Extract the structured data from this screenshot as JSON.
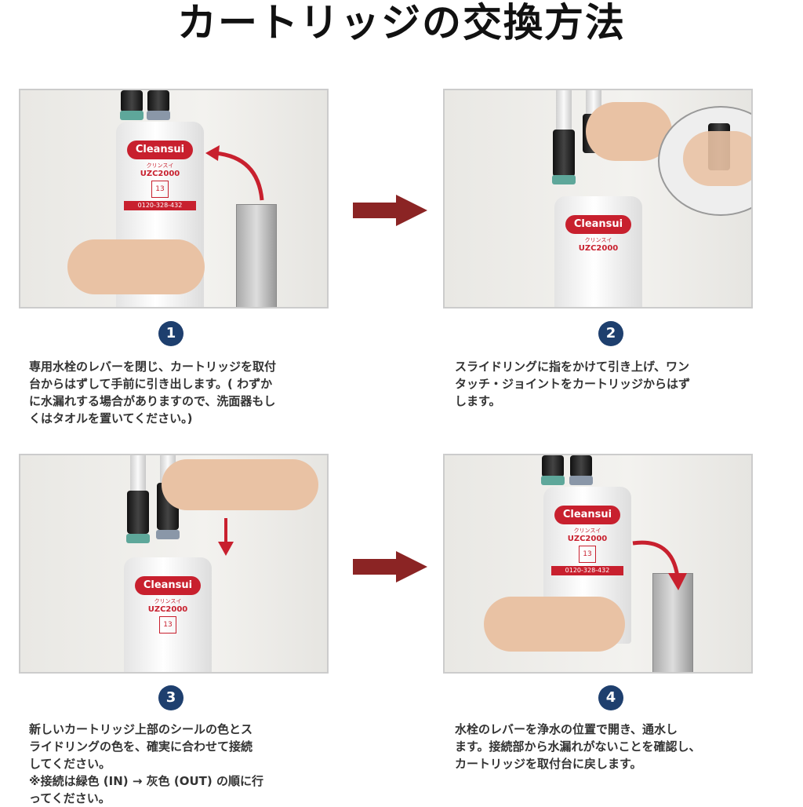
{
  "title": "カートリッジの交換方法",
  "cartridge": {
    "brand": "Cleansui",
    "kana": "クリンスイ",
    "model": "UZC2000",
    "seal_number": "13",
    "phone": "0120-328-432"
  },
  "colors": {
    "accent_red": "#c8202e",
    "arrow": "#8b2424",
    "step_circle": "#1e3f6e"
  },
  "steps": [
    {
      "number": "1",
      "lines": [
        "専用水栓のレバーを閉じ、カートリッジを取付",
        "台からはずして手前に引き出します。( わずか",
        "に水漏れする場合がありますので、洗面器もし",
        "くはタオルを置いてください。)"
      ]
    },
    {
      "number": "2",
      "lines": [
        "スライドリングに指をかけて引き上げ、ワン",
        "タッチ・ジョイントをカートリッジからはず",
        "します。"
      ]
    },
    {
      "number": "3",
      "lines": [
        "新しいカートリッジ上部のシールの色とス",
        "ライドリングの色を、確実に合わせて接続",
        "してください。",
        "※接続は緑色 (IN) → 灰色 (OUT) の順に行",
        "ってください。"
      ]
    },
    {
      "number": "4",
      "lines": [
        "水栓のレバーを浄水の位置で開き、通水し",
        "ます。接続部から水漏れがないことを確認し、",
        "カートリッジを取付台に戻します。"
      ]
    }
  ]
}
